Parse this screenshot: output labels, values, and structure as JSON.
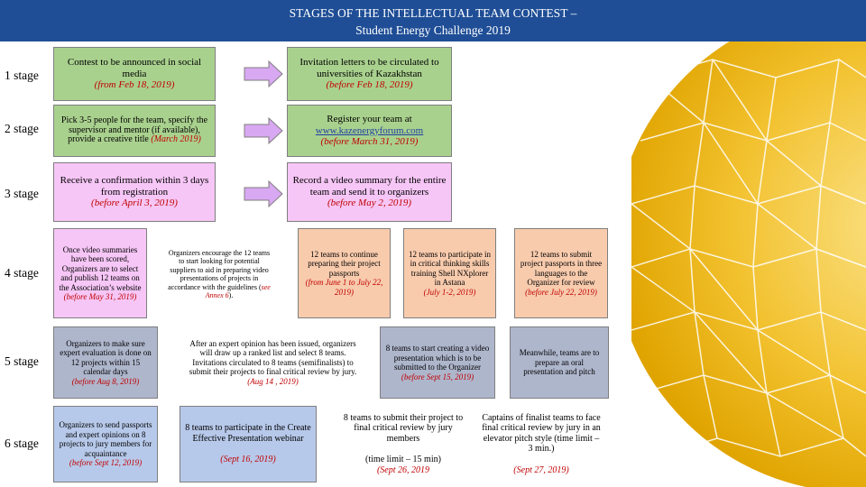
{
  "header": {
    "line1": "STAGES OF  THE INTELLECTUAL TEAM CONTEST –",
    "line2": "Student Energy Challenge 2019"
  },
  "stages": [
    {
      "label": "1 stage"
    },
    {
      "label": "2 stage"
    },
    {
      "label": "3 stage"
    },
    {
      "label": "4 stage"
    },
    {
      "label": "5 stage"
    },
    {
      "label": "6 stage"
    }
  ],
  "boxes": {
    "s1_left": {
      "text": "Contest to be announced in social media",
      "date": "(from Feb 18, 2019)"
    },
    "s1_right": {
      "text": "Invitation letters to be circulated to universities of Kazakhstan",
      "date": "(before Feb 18, 2019)"
    },
    "s2_left": {
      "text": "Pick 3-5 people for the team, specify the supervisor and mentor (if available), provide a creative title",
      "date": "(March 2019)"
    },
    "s2_right": {
      "text": "Register your team at",
      "link": "www.kazenergyforum.com",
      "date": "(before March 31, 2019)"
    },
    "s3_left": {
      "text": "Receive a confirmation within 3 days from registration",
      "date": "(before April 3, 2019)"
    },
    "s3_right": {
      "text": "Record a video summary for the entire team and send it to organizers",
      "date": "(before May 2, 2019)"
    },
    "s4_a": {
      "text": "Once video summaries have been scored, Organizers are to select and publish 12 teams on the Association’s website",
      "date": "(before May 31, 2019)"
    },
    "s4_b": {
      "text": "Organizers encourage the 12 teams to start looking for potential suppliers to aid in preparing video presentations of projects in accordance with the guidelines (",
      "date": "see Annex 6",
      "tail": ")."
    },
    "s4_c": {
      "text": "12  teams to continue preparing their project passports",
      "date": "(from June 1 to July 22, 2019)"
    },
    "s4_d": {
      "text": "12 teams to participate in in critical thinking skills training Shell NXplorer  in Astana",
      "date": "(July 1-2, 2019)"
    },
    "s4_e": {
      "text": "12 teams to submit project passports in three languages to the Organizer for review",
      "date": "(before July 22, 2019)"
    },
    "s5_a": {
      "text": "Organizers to make sure expert evaluation is done on 12 projects within 15 calendar days",
      "date": "(before Aug 8, 2019)"
    },
    "s5_b": {
      "text": "After an expert opinion has been issued, organizers will draw up a ranked list and select 8 teams. Invitations circulated to 8 teams (semifinalists) to submit their projects to final critical review by jury.",
      "date": "(Aug 14 , 2019)"
    },
    "s5_c": {
      "text": "8 teams to start creating a video presentation which is to be submitted to the Organizer",
      "date": "(before Sept 15, 2019)"
    },
    "s5_d": {
      "text": "Meanwhile, teams are to prepare an oral presentation and pitch"
    },
    "s6_a": {
      "text": "Organizers to send passports and expert opinions on 8 projects to jury members for acquaintance",
      "date": "(before Sept 12, 2019)"
    },
    "s6_b": {
      "text": "8 teams to participate in the Create Effective Presentation webinar",
      "date": "(Sept 16, 2019)"
    },
    "s6_c": {
      "text": "8 teams to submit their project to final critical review by jury members",
      "note": "(time limit – 15 min)",
      "date": "(Sept 26, 2019"
    },
    "s6_d": {
      "text": "Captains of finalist teams to face final critical review by jury in an elevator pitch style (time limit – 3 min.)",
      "date": "(Sept 27, 2019)"
    }
  },
  "colors": {
    "header": "#1f4e96",
    "green": "#a9d18e",
    "pink": "#f6c6f6",
    "orange": "#f8cbad",
    "slate": "#aeb6cc",
    "blue": "#b7c9ea",
    "arrow": "#d9a8f2",
    "date": "#c00000",
    "decoration": "#f2c12e"
  }
}
